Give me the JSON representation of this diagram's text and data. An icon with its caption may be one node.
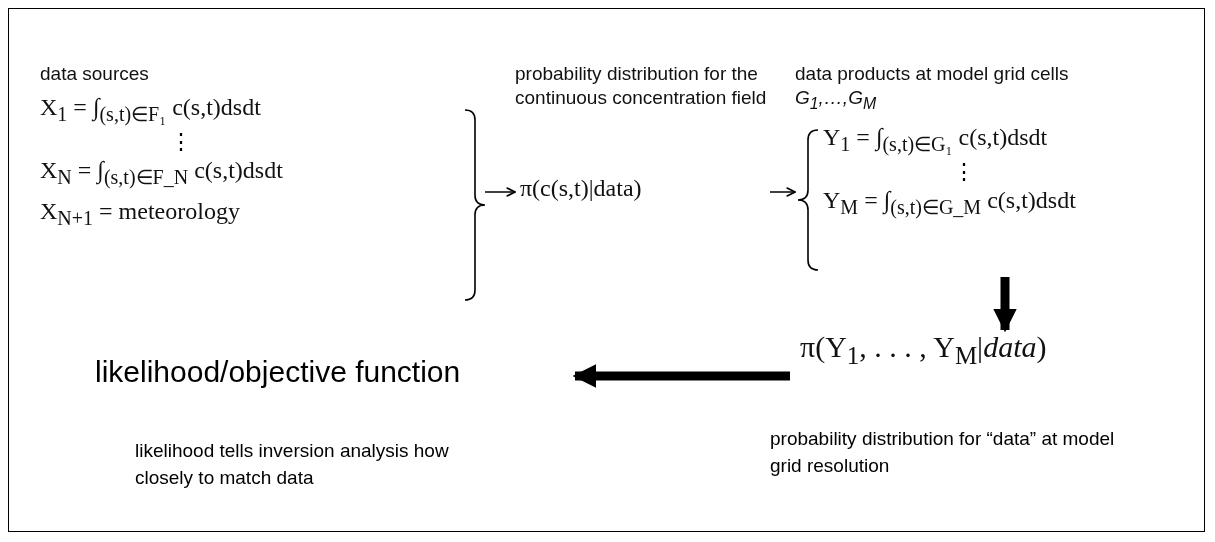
{
  "diagram": {
    "nodes": [
      {
        "text": [
          "data sources",
          "X$_{1}$ = ∫$_{(s,t)∈F₁}$ c(s,t)dsdt",
          "⋮",
          "X$_{N}$ = ∫$_{(s,t)∈F_N}$ c(s,t)dsdt",
          "X$_{N+1}$ = meteorology"
        ]
      },
      {
        "text": [
          "probability distribution for the continuous concentration field",
          "π(c(s,t)|data)"
        ]
      },
      {
        "text": [
          "data products at model grid cells *G$_{1}$,…,G$_{M}$*",
          "Y$_{1}$ = ∫$_{(s,t)∈G₁}$ c(s,t)dsdt",
          "⋮",
          "Y$_{M}$ = ∫$_{(s,t)∈G_M}$ c(s,t)dsdt"
        ]
      },
      {
        "text": [
          "π(Y$_{1}$, . . . , Y$_{M}$|*data*)",
          "probability distribution for “data” at model grid resolution"
        ]
      },
      {
        "text": [
          "likelihood/objective function",
          "likelihood tells inversion analysis how closely to match data"
        ]
      }
    ],
    "edges": [
      {
        "from": 0,
        "to": 1,
        "arrow": "to"
      },
      {
        "from": 1,
        "to": 2,
        "arrow": "to"
      },
      {
        "from": 2,
        "to": 3,
        "arrow": "to",
        "style": "thick"
      },
      {
        "from": 3,
        "to": 4,
        "arrow": "to",
        "style": "thick"
      }
    ]
  }
}
